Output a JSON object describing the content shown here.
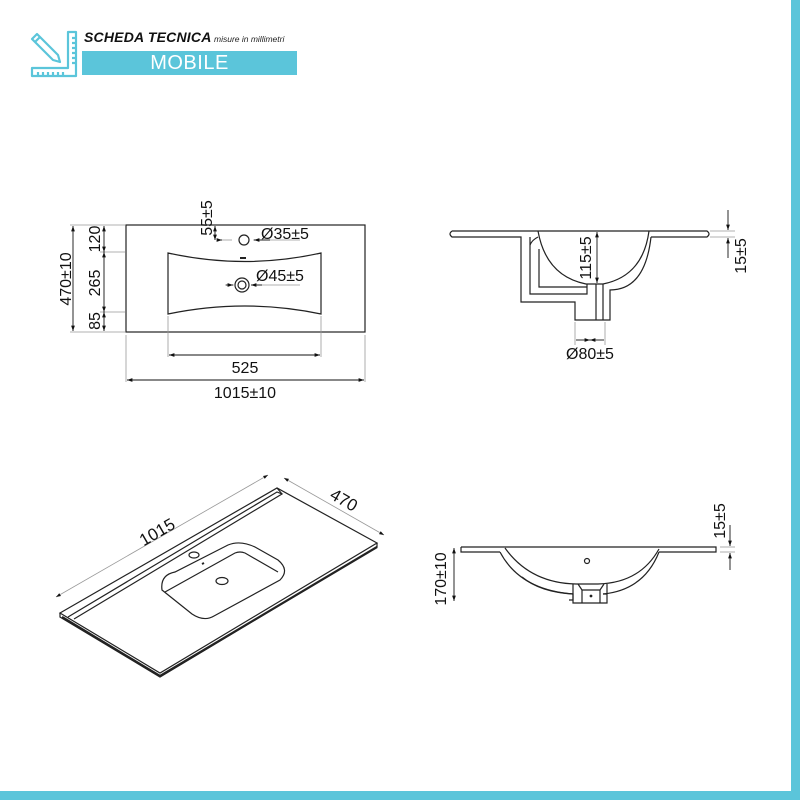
{
  "header": {
    "title": "SCHEDA TECNICA",
    "subtitle": "misure in millimetri",
    "banner": "MOBILE",
    "icon": "ruler-pencil-icon",
    "accent_color": "#5bc5da"
  },
  "top_view": {
    "overall_width": "1015±10",
    "overall_depth": "470±10",
    "basin_width": "525",
    "rear_margin": "120",
    "basin_depth": "265",
    "front_margin": "85",
    "faucet_offset": "55±5",
    "faucet_hole": "Ø35±5",
    "drain_hole": "Ø45±5"
  },
  "side_section": {
    "basin_depth": "115±5",
    "top_thickness": "15±5",
    "drain_diameter": "Ø80±5"
  },
  "iso_view": {
    "length": "1015",
    "depth": "470"
  },
  "front_view": {
    "total_height": "170±10",
    "top_thickness": "15±5"
  }
}
